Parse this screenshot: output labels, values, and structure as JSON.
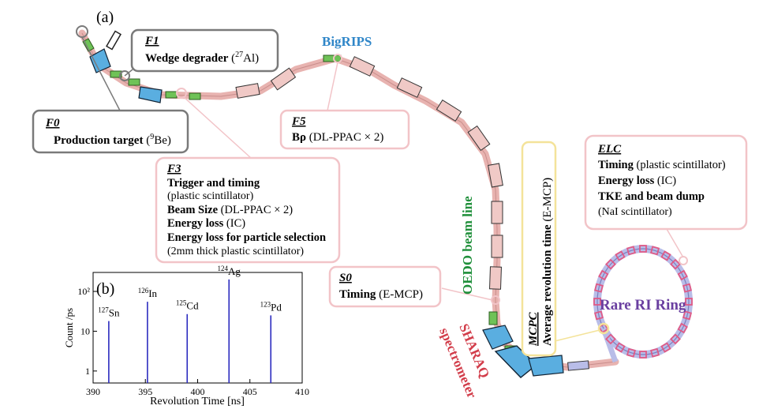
{
  "panel_a": "(a)",
  "panel_b": "(b)",
  "facilities": {
    "bigrips": "BigRIPS",
    "oedo": "OEDO beam line",
    "sharaq_1": "SHARAQ",
    "sharaq_2": "spectrometer",
    "ring": "Rare RI Ring"
  },
  "boxes": {
    "f1": {
      "title": "F1",
      "line1_bold": "Wedge degrader",
      "line1_pre": "(",
      "line1_sup": "27",
      "line1_post": "Al)"
    },
    "f0": {
      "title": "F0",
      "line1_bold": "Production target",
      "line1_pre": "(",
      "line1_sup": "9",
      "line1_post": "Be)"
    },
    "f5": {
      "title": "F5",
      "line1_bold": "Bρ",
      "line1_rest": "(DL-PPAC × 2)"
    },
    "f3": {
      "title": "F3",
      "l1": "Trigger and timing",
      "l2": "(plastic scintillator)",
      "l3_bold": "Beam Size",
      "l3_rest": "(DL-PPAC × 2)",
      "l4_bold": "Energy loss",
      "l4_rest": "(IC)",
      "l5": "Energy loss for particle selection",
      "l6": "(2mm thick plastic scintillator)"
    },
    "s0": {
      "title": "S0",
      "line1_bold": "Timing",
      "line1_rest": "(E-MCP)"
    },
    "mcpc": {
      "title": "MCPC",
      "line1_bold": "Average revolution time",
      "line1_rest": "(E-MCP)"
    },
    "elc": {
      "title": "ELC",
      "l1_bold": "Timing",
      "l1_rest": "(plastic scintillator)",
      "l2_bold": "Energy loss",
      "l2_rest": "(IC)",
      "l3": "TKE and beam dump",
      "l4": "(NaI scintillator)"
    }
  },
  "colors": {
    "gray_box": "#7a7a7a",
    "pink_box": "#f2c4c8",
    "yellow_box": "#f4e39a",
    "bigrips": "#2f86c8",
    "oedo": "#1f8f3a",
    "sharaq": "#d23d4a",
    "ring_label": "#6a3fa0",
    "dipole": "#5aaee0",
    "quad": "#6fc257",
    "beam": "#e8b3b0",
    "ring_magnet": "#e05a86",
    "ring_line": "#9a9ad6"
  },
  "chart_data": {
    "type": "line",
    "xlabel": "Revolution Time [ns]",
    "ylabel": "Count /ps",
    "xlim": [
      390,
      410
    ],
    "ylim": [
      0.5,
      300
    ],
    "yscale": "log",
    "xticks": [
      "390",
      "395",
      "400",
      "405",
      "410"
    ],
    "yticks": [
      "1",
      "10",
      "10²"
    ],
    "series": [
      {
        "color": "#2b2bbf",
        "peaks": [
          {
            "x": 391.5,
            "y": 18,
            "label_sup": "127",
            "label": "Sn"
          },
          {
            "x": 395.2,
            "y": 55,
            "label_sup": "126",
            "label": "In"
          },
          {
            "x": 399.0,
            "y": 27,
            "label_sup": "125",
            "label": "Cd"
          },
          {
            "x": 403.0,
            "y": 200,
            "label_sup": "124",
            "label": "Ag"
          },
          {
            "x": 407.0,
            "y": 25,
            "label_sup": "123",
            "label": "Pd"
          }
        ]
      }
    ]
  }
}
